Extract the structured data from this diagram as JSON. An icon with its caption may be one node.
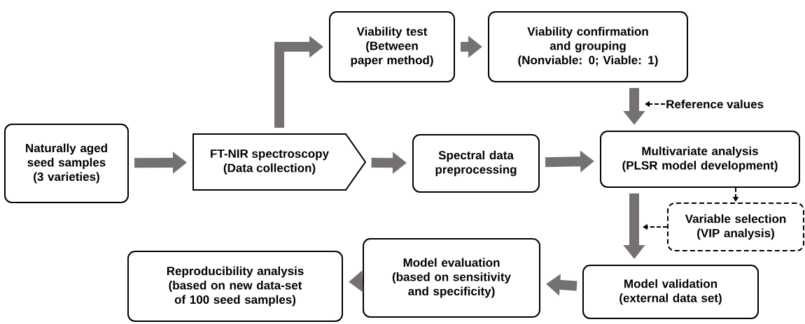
{
  "diagram": {
    "nodes": [
      {
        "text": [
          "Naturally aged seed samples",
          "(3 varieties)"
        ]
      },
      {
        "text": [
          "FT-NIR spectroscopy",
          "(Data collection)"
        ]
      },
      {
        "text": [
          "Viability test",
          "(Between paper method)"
        ]
      },
      {
        "text": [
          "Viability confirmation and grouping",
          "(Nonviable: 0; Viable: 1)"
        ]
      },
      {
        "text": [
          "Spectral data preprocessing"
        ]
      },
      {
        "text": [
          "Multivariate analysis",
          "(PLSR model development)"
        ]
      },
      {
        "text": [
          "Variable selection",
          "(VIP analysis)"
        ]
      },
      {
        "text": [
          "Model validation",
          "(external data set)"
        ]
      },
      {
        "text": [
          "Model evaluation",
          "(based on sensitivity and specificity)"
        ]
      },
      {
        "text": [
          "Reproducibility analysis",
          "(based on new data-set of 100 seed samples)"
        ]
      },
      {
        "text": [
          "Reference values"
        ]
      }
    ],
    "edges": [
      {
        "from": 0,
        "to": 1,
        "arrow": "to"
      },
      {
        "from": 1,
        "to": 2,
        "arrow": "to"
      },
      {
        "from": 2,
        "to": 3,
        "arrow": "to"
      },
      {
        "from": 3,
        "to": 5,
        "arrow": "to"
      },
      {
        "from": 1,
        "to": 4,
        "arrow": "to"
      },
      {
        "from": 4,
        "to": 5,
        "arrow": "to"
      },
      {
        "from": 10,
        "to": null,
        "arrow": "to",
        "style": "dashed",
        "color": "#000000"
      },
      {
        "from": 5,
        "to": 6,
        "arrow": "to",
        "style": "dashed",
        "color": "#000000"
      },
      {
        "from": 5,
        "to": 7,
        "arrow": "to"
      },
      {
        "from": 6,
        "to": null,
        "arrow": "to",
        "style": "dashed",
        "color": "#000000"
      },
      {
        "from": 7,
        "to": 8,
        "arrow": "to"
      },
      {
        "from": 8,
        "to": 9,
        "arrow": "to"
      }
    ]
  }
}
